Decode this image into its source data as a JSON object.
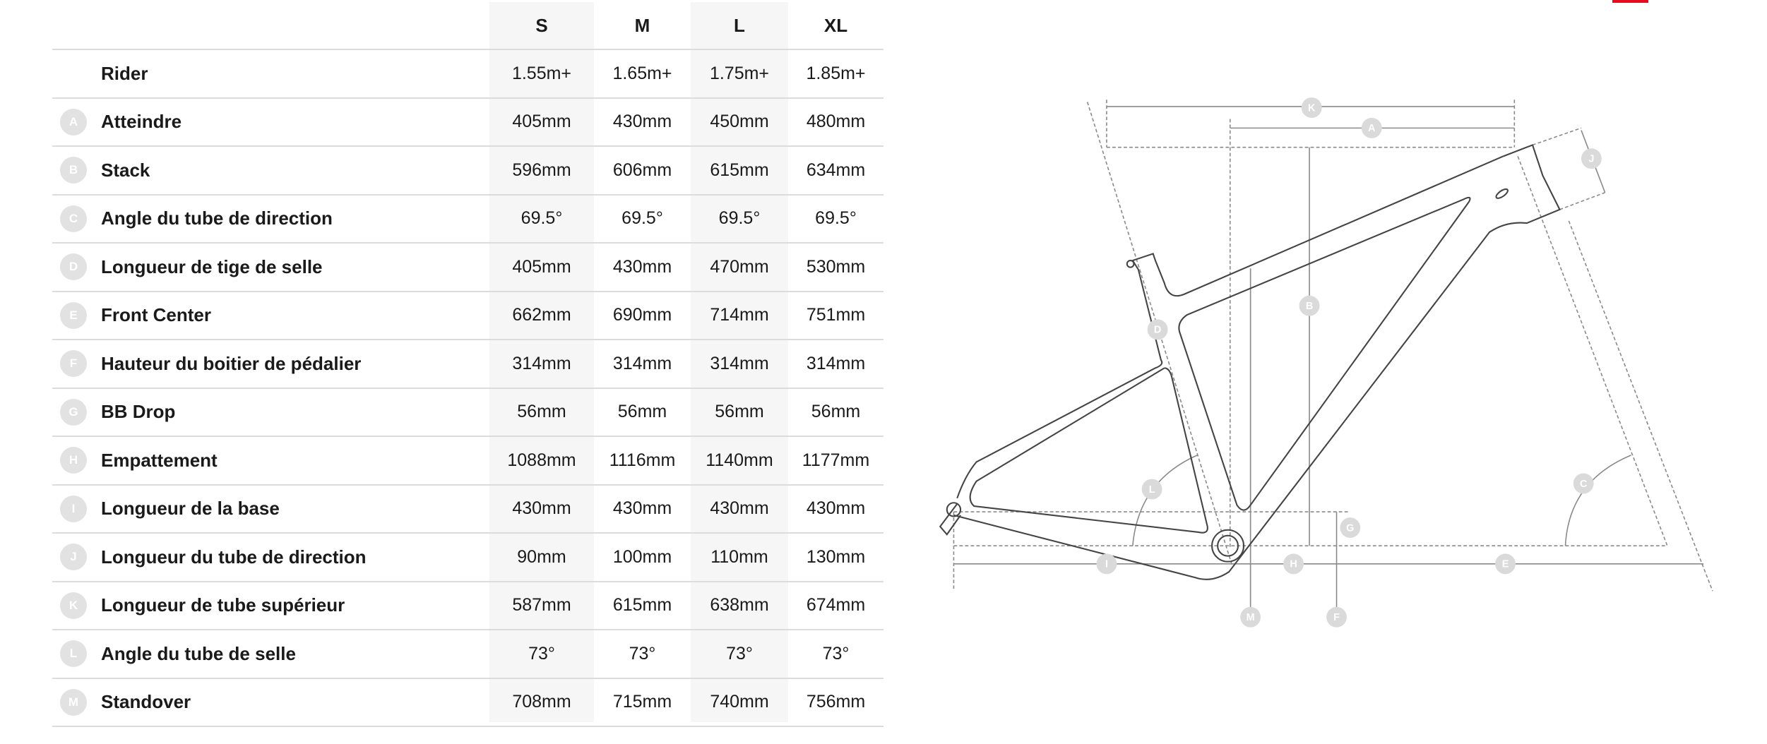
{
  "sizes": [
    "S",
    "M",
    "L",
    "XL"
  ],
  "rows": [
    {
      "badge": "",
      "label": "Rider",
      "values": [
        "1.55m+",
        "1.65m+",
        "1.75m+",
        "1.85m+"
      ]
    },
    {
      "badge": "A",
      "label": "Atteindre",
      "values": [
        "405mm",
        "430mm",
        "450mm",
        "480mm"
      ]
    },
    {
      "badge": "B",
      "label": "Stack",
      "values": [
        "596mm",
        "606mm",
        "615mm",
        "634mm"
      ]
    },
    {
      "badge": "C",
      "label": "Angle du tube de direction",
      "values": [
        "69.5°",
        "69.5°",
        "69.5°",
        "69.5°"
      ]
    },
    {
      "badge": "D",
      "label": "Longueur de tige de selle",
      "values": [
        "405mm",
        "430mm",
        "470mm",
        "530mm"
      ]
    },
    {
      "badge": "E",
      "label": "Front Center",
      "values": [
        "662mm",
        "690mm",
        "714mm",
        "751mm"
      ]
    },
    {
      "badge": "F",
      "label": "Hauteur du boitier de pédalier",
      "values": [
        "314mm",
        "314mm",
        "314mm",
        "314mm"
      ]
    },
    {
      "badge": "G",
      "label": "BB Drop",
      "values": [
        "56mm",
        "56mm",
        "56mm",
        "56mm"
      ]
    },
    {
      "badge": "H",
      "label": "Empattement",
      "values": [
        "1088mm",
        "1116mm",
        "1140mm",
        "1177mm"
      ]
    },
    {
      "badge": "I",
      "label": "Longueur de la base",
      "values": [
        "430mm",
        "430mm",
        "430mm",
        "430mm"
      ]
    },
    {
      "badge": "J",
      "label": "Longueur du tube de direction",
      "values": [
        "90mm",
        "100mm",
        "110mm",
        "130mm"
      ]
    },
    {
      "badge": "K",
      "label": "Longueur de tube supérieur",
      "values": [
        "587mm",
        "615mm",
        "638mm",
        "674mm"
      ]
    },
    {
      "badge": "L",
      "label": "Angle du tube de selle",
      "values": [
        "73°",
        "73°",
        "73°",
        "73°"
      ]
    },
    {
      "badge": "M",
      "label": "Standover",
      "values": [
        "708mm",
        "715mm",
        "740mm",
        "756mm"
      ]
    }
  ],
  "diagram_labels": {
    "A": "A",
    "B": "B",
    "C": "C",
    "D": "D",
    "E": "E",
    "F": "F",
    "G": "G",
    "H": "H",
    "I": "I",
    "J": "J",
    "K": "K",
    "L": "L",
    "M": "M"
  },
  "colors": {
    "accent": "#e30b1c",
    "badge": "#e2e2e2",
    "shade": "#f6f6f6"
  }
}
